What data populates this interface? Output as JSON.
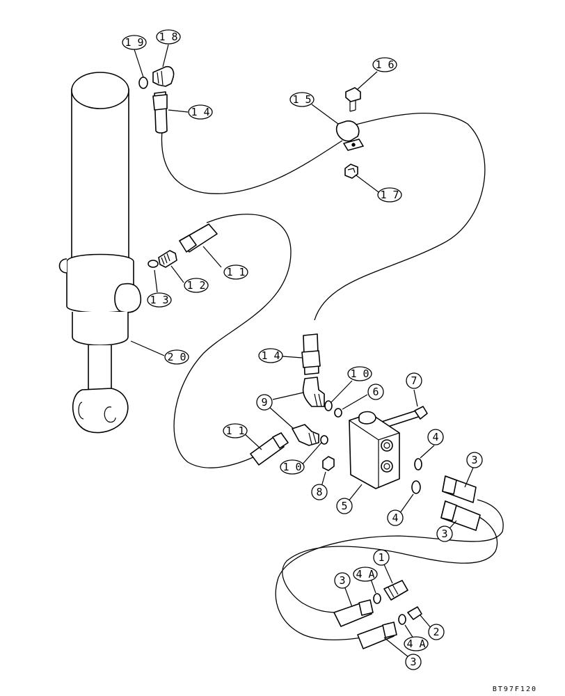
{
  "diagram": {
    "drawing_code": "BT97F120",
    "callouts": [
      {
        "id": "c19",
        "label": "1 9"
      },
      {
        "id": "c18",
        "label": "1 8"
      },
      {
        "id": "c14a",
        "label": "1 4"
      },
      {
        "id": "c16",
        "label": "1 6"
      },
      {
        "id": "c15",
        "label": "1 5"
      },
      {
        "id": "c17",
        "label": "1 7"
      },
      {
        "id": "c11a",
        "label": "1 1"
      },
      {
        "id": "c12",
        "label": "1 2"
      },
      {
        "id": "c13",
        "label": "1 3"
      },
      {
        "id": "c20",
        "label": "2 0"
      },
      {
        "id": "c14b",
        "label": "1 4"
      },
      {
        "id": "c10a",
        "label": "1 0"
      },
      {
        "id": "c7",
        "label": "7"
      },
      {
        "id": "c6",
        "label": "6"
      },
      {
        "id": "c9",
        "label": "9"
      },
      {
        "id": "c11b",
        "label": "1 1"
      },
      {
        "id": "c10b",
        "label": "1 0"
      },
      {
        "id": "c4a",
        "label": "4"
      },
      {
        "id": "c3a",
        "label": "3"
      },
      {
        "id": "c8",
        "label": "8"
      },
      {
        "id": "c5",
        "label": "5"
      },
      {
        "id": "c4b",
        "label": "4"
      },
      {
        "id": "c3b",
        "label": "3"
      },
      {
        "id": "c1",
        "label": "1"
      },
      {
        "id": "c4Aa",
        "label": "4 A"
      },
      {
        "id": "c3c",
        "label": "3"
      },
      {
        "id": "c2",
        "label": "2"
      },
      {
        "id": "c4Ab",
        "label": "4 A"
      },
      {
        "id": "c3d",
        "label": "3"
      }
    ]
  }
}
